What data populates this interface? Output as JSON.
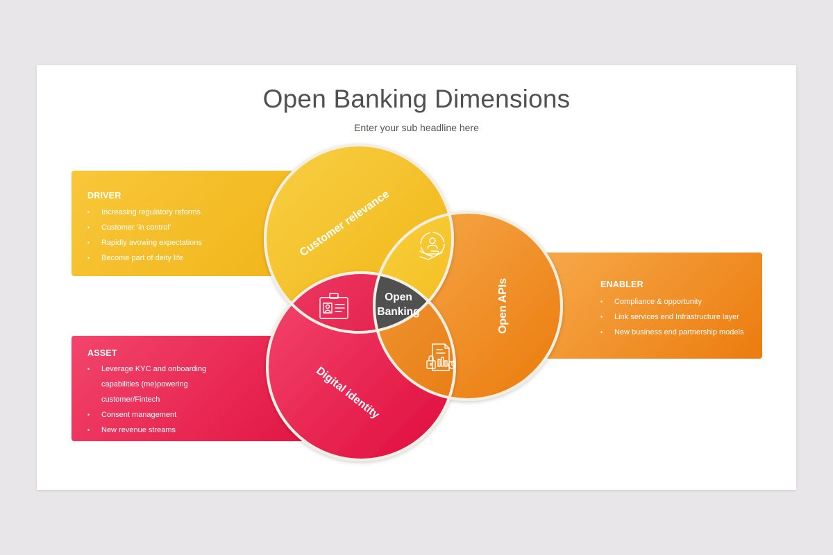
{
  "slide": {
    "title": "Open Banking Dimensions",
    "subtitle": "Enter your sub headline here"
  },
  "driver": {
    "heading": "DRIVER",
    "items": [
      "Increasing regulatory reforms",
      "Customer ‘in control’",
      "Rapidly avowing expectations",
      "Become part of deity life"
    ],
    "color": "#f2b81c"
  },
  "asset": {
    "heading": "ASSET",
    "items": [
      "Leverage KYC and onboarding capabilities (me)powering customer/Fintech",
      "Consent management",
      "New revenue streams"
    ],
    "color": "#e5184a"
  },
  "enabler": {
    "heading": "ENABLER",
    "items": [
      "Compliance & opportunity",
      "Link services end Infrastructure layer",
      "New business end partnership models"
    ],
    "color": "#ef8a1c"
  },
  "venn": {
    "circle_top_label": "Customer relevance",
    "circle_right_label": "Open APIs",
    "circle_bottom_label": "Digital identity",
    "center_line1": "Open",
    "center_line2": "Banking",
    "center_color": "#505050",
    "overlap_top_right_icon": "customer-care-icon",
    "overlap_top_bottom_icon": "id-card-icon",
    "overlap_right_bottom_icon": "secure-report-icon"
  }
}
